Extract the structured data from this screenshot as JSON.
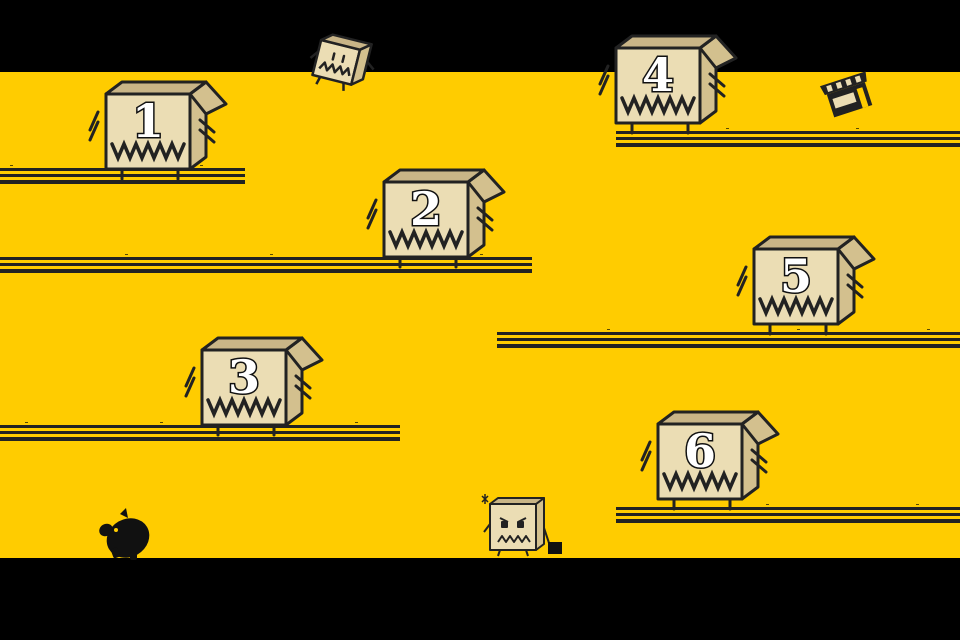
{
  "game": {
    "colors": {
      "background": "#FFCC00",
      "letterbox": "#000000",
      "box_fill": "#EBDDB4",
      "box_side": "#D3C08E",
      "outline": "#222222"
    },
    "level_boxes": [
      {
        "number": "1",
        "icon": "cardboard-box-monster"
      },
      {
        "number": "2",
        "icon": "cardboard-box-monster"
      },
      {
        "number": "3",
        "icon": "cardboard-box-monster"
      },
      {
        "number": "4",
        "icon": "cardboard-box-monster"
      },
      {
        "number": "5",
        "icon": "cardboard-box-monster"
      },
      {
        "number": "6",
        "icon": "cardboard-box-monster"
      }
    ],
    "icons": {
      "shop": "shop-stall-icon",
      "piggy_bank": "piggy-bank-icon",
      "player": "box-character-player",
      "flying_box": "flying-box-creature"
    }
  }
}
